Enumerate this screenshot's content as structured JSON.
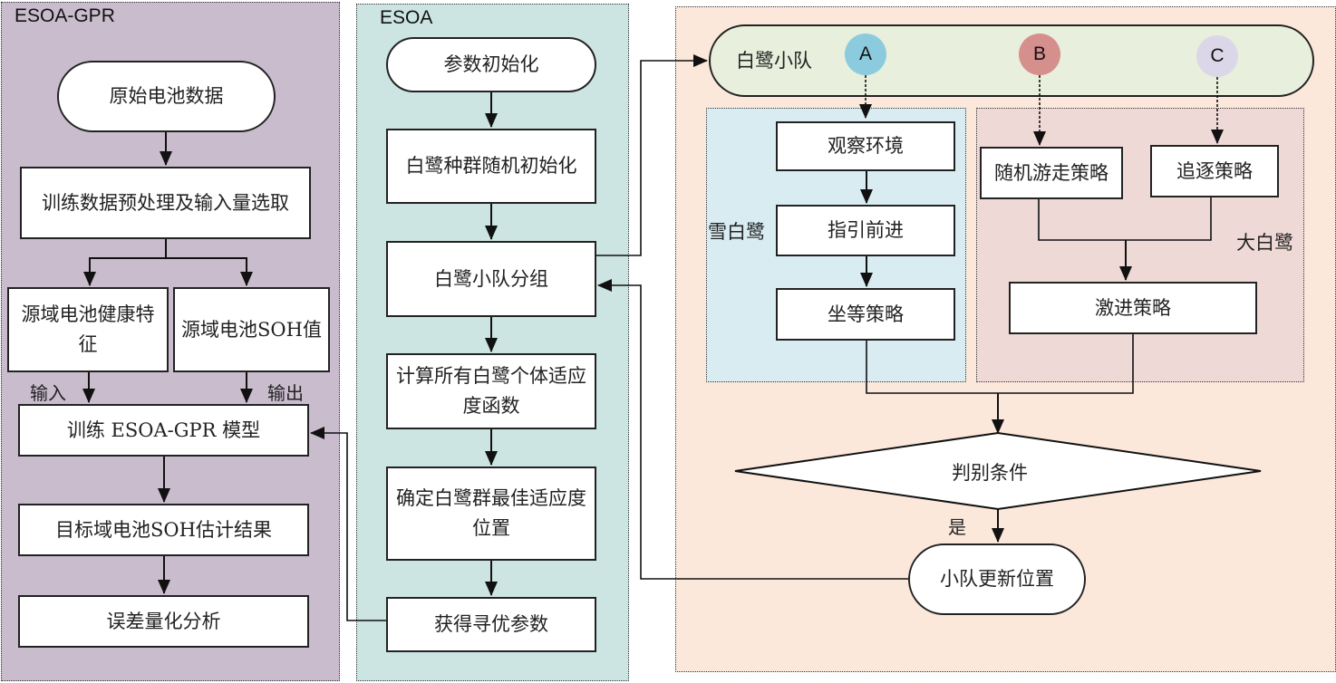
{
  "colors": {
    "panel_gpr": "#c9bccd",
    "panel_esoa": "#cce5e2",
    "panel_team": "#fbe8db",
    "team_bar": "#e8efdc",
    "snowy_group": "#d9ecf2",
    "great_group": "#efd9d6",
    "circle_a": "#8ccbdd",
    "circle_b": "#d58f8c",
    "circle_c": "#dcd7e8"
  },
  "gpr_panel": {
    "title": "ESOA-GPR",
    "raw_data": "原始电池数据",
    "preprocess": "训练数据预处理及输入量选取",
    "source_features": "源域电池健康特征",
    "source_soh": "源域电池SOH值",
    "input_label": "输入",
    "output_label": "输出",
    "train_model": "训练 ESOA-GPR 模型",
    "target_soh": "目标域电池SOH估计结果",
    "error_analysis": "误差量化分析"
  },
  "esoa_panel": {
    "title": "ESOA",
    "param_init": "参数初始化",
    "pop_init": "白鹭种群随机初始化",
    "team_group": "白鹭小队分组",
    "fitness": "计算所有白鹭个体适应度函数",
    "best_position": "确定白鹭群最佳适应度位置",
    "get_params": "获得寻优参数"
  },
  "team_panel": {
    "team_label": "白鹭小队",
    "circles": [
      "A",
      "B",
      "C"
    ],
    "snowy_egret": {
      "label": "雪白鹭",
      "steps": [
        "观察环境",
        "指引前进",
        "坐等策略"
      ]
    },
    "great_egret": {
      "label": "大白鹭",
      "random_walk": "随机游走策略",
      "chase": "追逐策略",
      "aggressive": "激进策略"
    },
    "decision": "判别条件",
    "yes_label": "是",
    "update_position": "小队更新位置"
  }
}
